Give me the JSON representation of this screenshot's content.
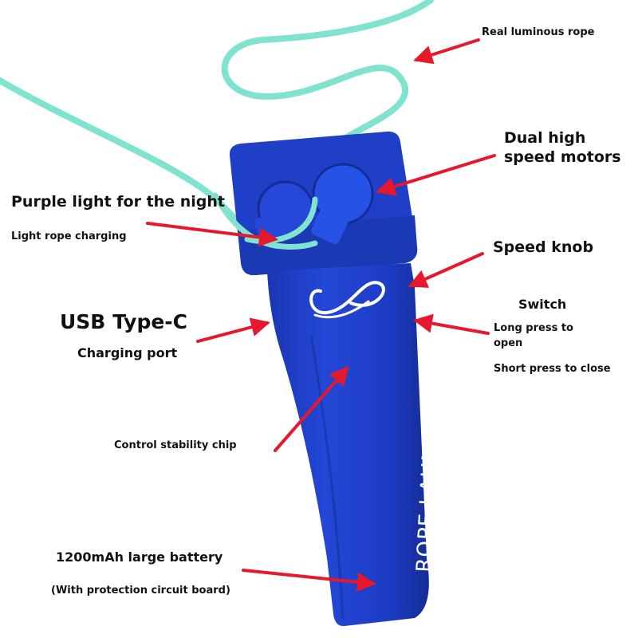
{
  "colors": {
    "background": "#ffffff",
    "device_blue": "#1f3fc6",
    "device_blue_dark": "#17309d",
    "rope": "#7fe3cf",
    "arrow": "#e8182c",
    "label_text": "#111111"
  },
  "product": {
    "brand_text": "ROPE LAUNCHER",
    "logo_icon": "infinity-swoosh-icon"
  },
  "labels": {
    "real_luminous_rope": "Real luminous rope",
    "dual_motors_line1": "Dual high",
    "dual_motors_line2": "speed motors",
    "purple_light": "Purple light for the night",
    "light_rope_charging": "Light rope charging",
    "speed_knob": "Speed knob",
    "switch_title": "Switch",
    "long_press_line1": "Long press to",
    "long_press_line2": "open",
    "short_press": "Short press to close",
    "usb_type_c": "USB Type-C",
    "charging_port": "Charging port",
    "control_chip": "Control stability chip",
    "battery": "1200mAh large battery",
    "protection_board": "(With protection circuit board)"
  }
}
